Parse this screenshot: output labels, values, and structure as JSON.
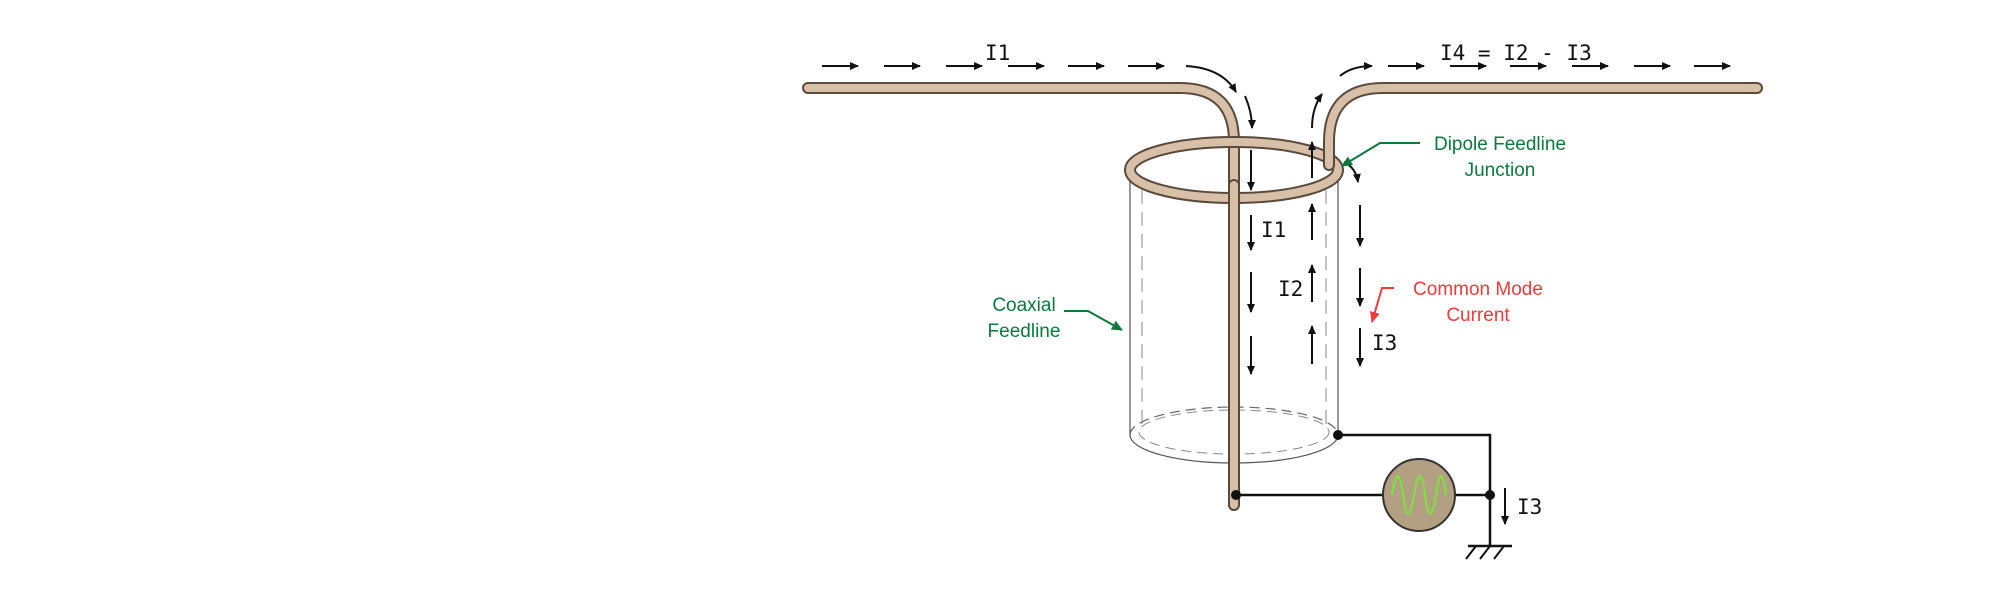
{
  "labels": {
    "i1_top": "I1",
    "i4_equation": "I4 = I2 - I3",
    "i1_inner": "I1",
    "i2_inner": "I2",
    "i3_outer": "I3",
    "i3_ground": "I3"
  },
  "callouts": {
    "dipole_feedline_junction": [
      "Dipole Feedline",
      "Junction"
    ],
    "common_mode_current": [
      "Common Mode",
      "Current"
    ],
    "coaxial_feedline": [
      "Coaxial",
      "Feedline"
    ]
  },
  "colors": {
    "wire_fill": "#d8bfa8",
    "wire_outline": "#5a4a3c",
    "callout_green": "#0a7a3c",
    "callout_red": "#ee3b3b",
    "source_fill": "#b3a083",
    "sine_wave": "#7ee040",
    "arrow": "#111111"
  }
}
